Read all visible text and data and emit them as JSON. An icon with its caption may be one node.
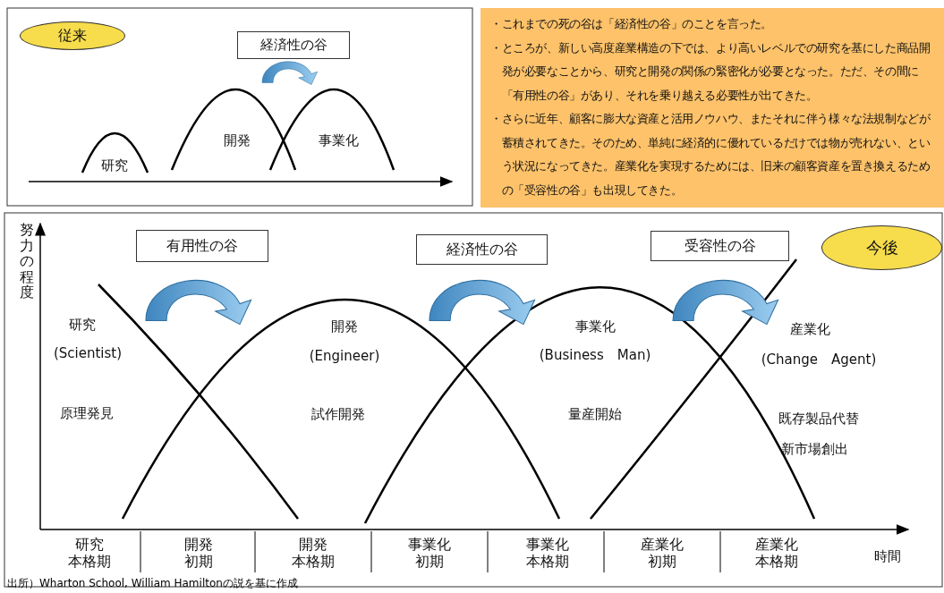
{
  "diagram": {
    "caption": "出所）Wharton School, William Hamiltonの説を基に作成",
    "nodes": [
      {
        "text": [
          "従来"
        ]
      },
      {
        "text": [
          "経済性の谷"
        ]
      },
      {
        "text": [
          "・これまでの死の谷は「経済性の谷」のことを言った。",
          "・ところが、新しい高度産業構造の下では、より高いレベルでの研究を基にした商品開発が必要なことから、研究と開発の関係の緊密化が必要となった。ただ、その間に「有用性の谷」があり、それを乗り越える必要性が出てきた。",
          "・さらに近年、顧客に膨大な資産と活用ノウハウ、またそれに伴う様々な法規制などが蓄積されてきた。そのため、単純に経済的に優れているだけでは物が売れない、という状況になってきた。産業化を実現するためには、旧来の顧客資産を置き換えるための「受容性の谷」も出現してきた。"
        ]
      },
      {
        "text": [
          "有用性の谷"
        ]
      },
      {
        "text": [
          "経済性の谷"
        ]
      },
      {
        "text": [
          "受容性の谷"
        ]
      },
      {
        "text": [
          "今後"
        ]
      }
    ],
    "labels": [
      "研究",
      "開発",
      "事業化",
      "努力の程度",
      "研究",
      "(Scientist)",
      "原理発見",
      "開発",
      "(Engineer)",
      "試作開発",
      "事業化",
      "(Business　Man)",
      "量産開始",
      "産業化",
      "(Change　Agent)",
      "既存製品代替",
      "新市場創出",
      "研究本格期",
      "開発初期",
      "開発本格期",
      "事業化初期",
      "事業化本格期",
      "産業化初期",
      "産業化本格期",
      "時間"
    ]
  }
}
